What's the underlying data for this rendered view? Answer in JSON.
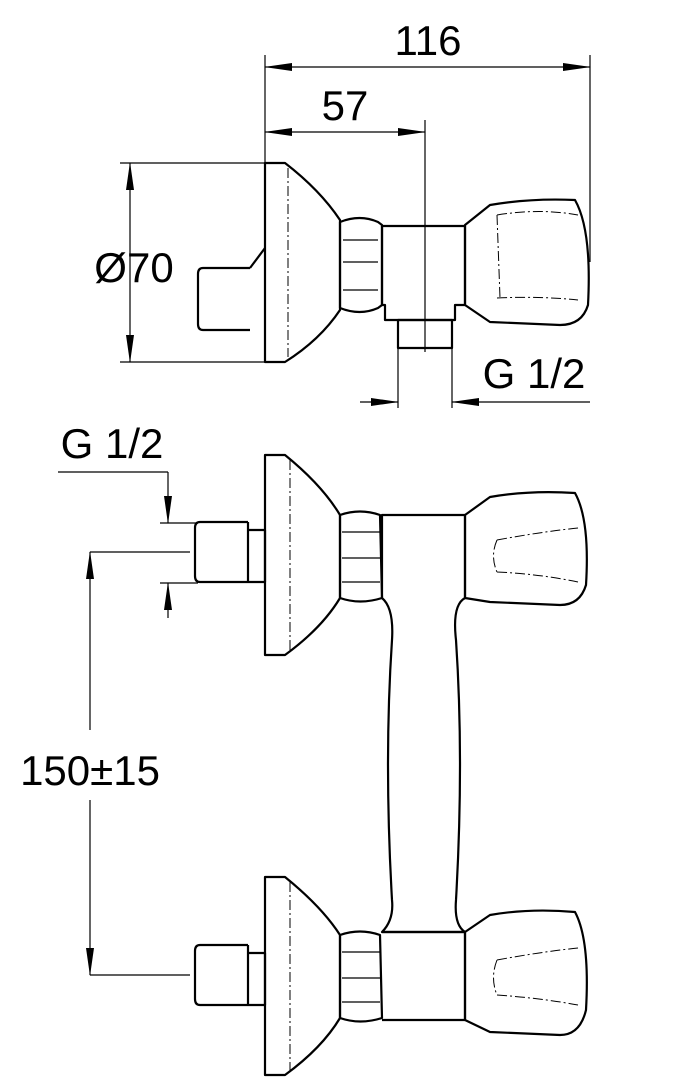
{
  "title": "Wall-mounted shower mixer dimension drawing",
  "dimensions": {
    "overall_depth": "116",
    "outlet_depth": "57",
    "rosette_diameter": "Ø70",
    "outlet_thread": "G 1/2",
    "inlet_thread": "G 1/2",
    "inlet_spacing": "150±15"
  },
  "colors": {
    "line": "#000000",
    "background": "#ffffff"
  }
}
